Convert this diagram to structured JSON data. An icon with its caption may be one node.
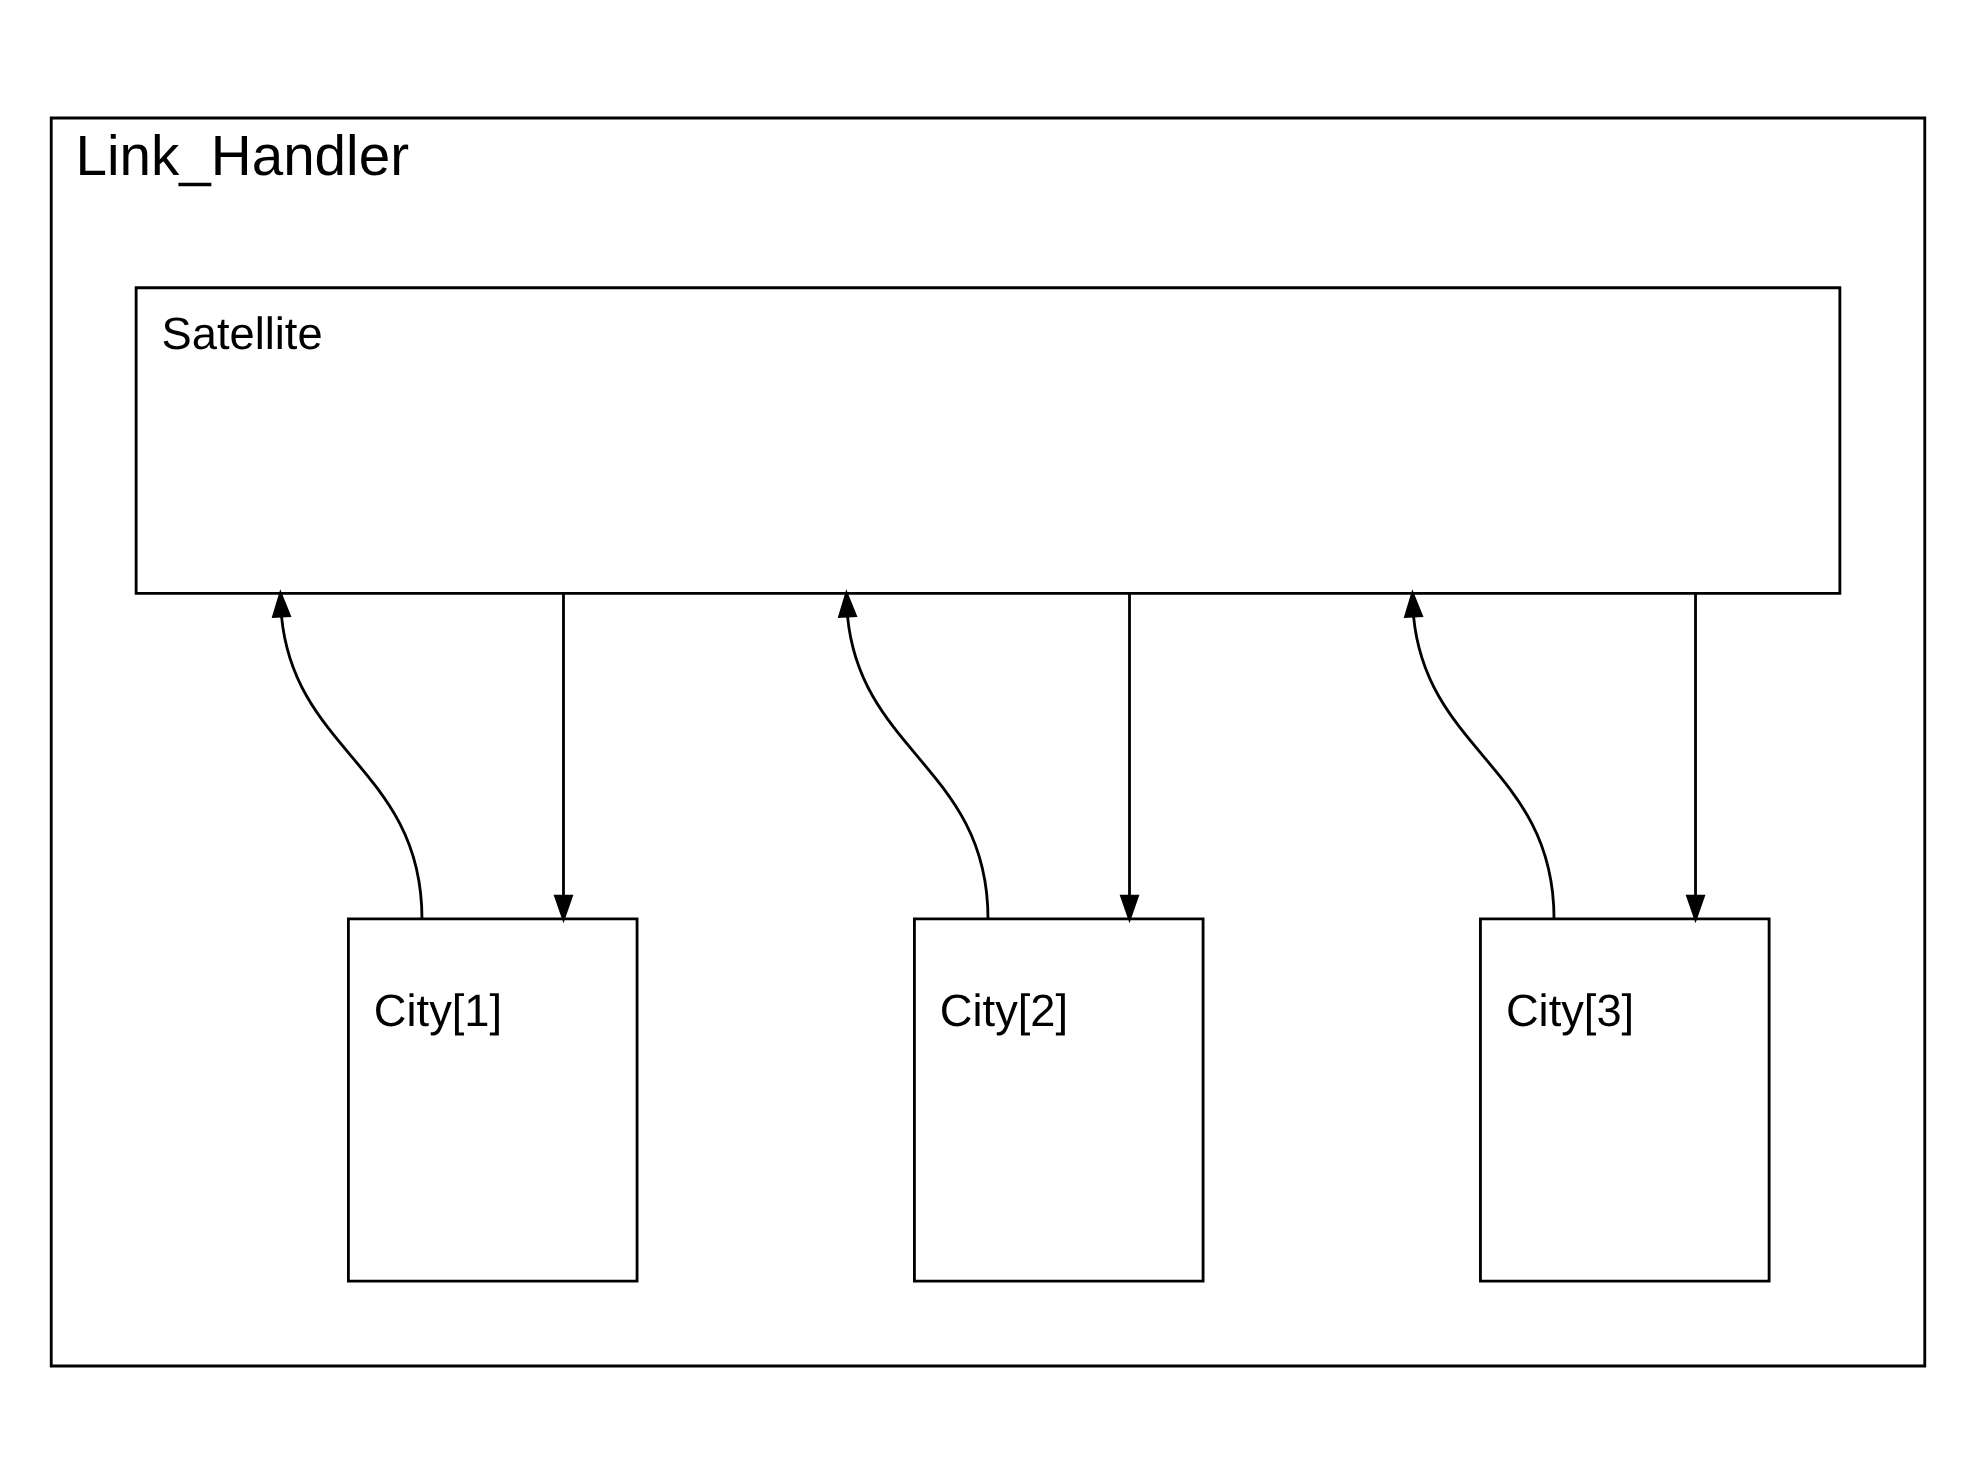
{
  "diagram": {
    "nodes": [
      {
        "text": [
          "Link_Handler"
        ]
      },
      {
        "text": [
          "Satellite"
        ],
        "in": 0
      },
      {
        "text": [
          "City[1]"
        ],
        "in": 0
      },
      {
        "text": [
          "City[2]"
        ],
        "in": 0
      },
      {
        "text": [
          "City[3]"
        ],
        "in": 0
      }
    ],
    "edges": [
      {
        "from": 2,
        "to": 1,
        "arrow": "to"
      },
      {
        "from": 1,
        "to": 2,
        "arrow": "to"
      },
      {
        "from": 3,
        "to": 1,
        "arrow": "to"
      },
      {
        "from": 1,
        "to": 3,
        "arrow": "to"
      },
      {
        "from": 4,
        "to": 1,
        "arrow": "to"
      },
      {
        "from": 1,
        "to": 4,
        "arrow": "to"
      }
    ]
  }
}
